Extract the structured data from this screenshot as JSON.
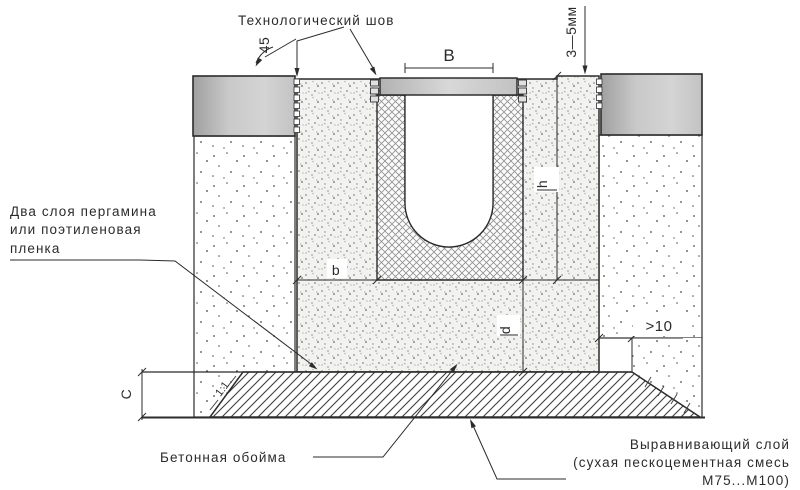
{
  "labels": {
    "technological_seam": "Технологический шов",
    "film_line1": "Два слоя пергамина",
    "film_line2": "или поэтиленовая",
    "film_line3": "пленка",
    "concrete_casing": "Бетонная обойма",
    "leveling_line1": "Выравнивающий слой",
    "leveling_line2": "(сухая пескоцементная смесь",
    "leveling_line3": "М75...М100)"
  },
  "dimensions": {
    "chamfer_angle": "45",
    "grate_width": "В",
    "top_gap": "3—5мм",
    "wall_thickness": "b",
    "channel_height": "h",
    "bedding_depth": "d",
    "leveling_thickness": "С",
    "edge_overhang": ">10",
    "slope_ratio": "1:1"
  },
  "colors": {
    "line": "#2b2b2b",
    "pavement": "#c6c6c6",
    "grate": "#cdcdcd",
    "hatch_line": "#3e3e3e"
  }
}
